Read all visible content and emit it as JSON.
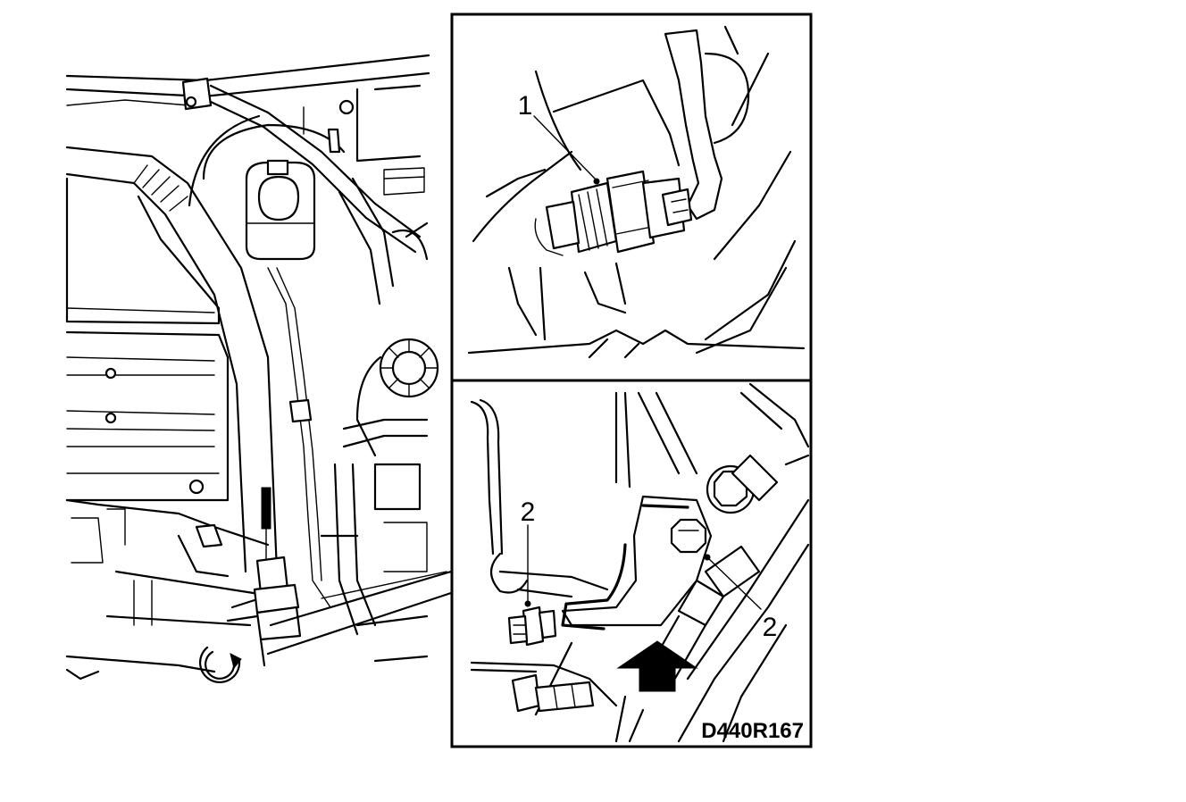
{
  "diagram": {
    "figure_code": "D440R167",
    "callouts": {
      "top_inset_label": "1",
      "bottom_inset_left_label": "2",
      "bottom_inset_right_label": "2"
    },
    "icons": {
      "direction_indicator": "up-arrow-icon"
    },
    "colors": {
      "ink": "#000000",
      "paper": "#ffffff"
    }
  }
}
